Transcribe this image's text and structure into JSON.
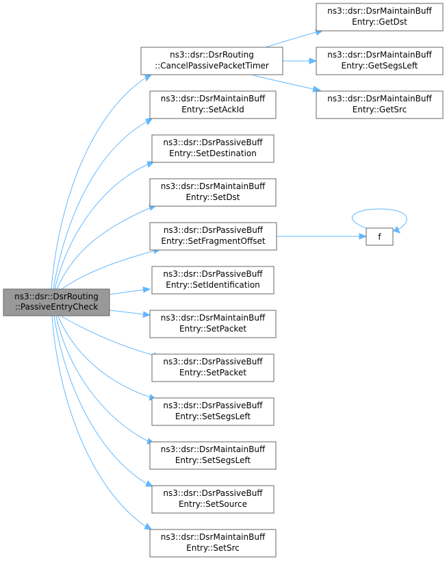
{
  "colors": {
    "edge": "#63b8ff",
    "node_border": "#666666",
    "node_fill": "#ffffff",
    "root_fill": "#999999",
    "text": "#000000"
  },
  "root": {
    "line1": "ns3::dsr::DsrRouting",
    "line2": "::PassiveEntryCheck"
  },
  "callees": [
    {
      "line1": "ns3::dsr::DsrRouting",
      "line2": "::CancelPassivePacketTimer"
    },
    {
      "line1": "ns3::dsr::DsrMaintainBuff",
      "line2": "Entry::SetAckId"
    },
    {
      "line1": "ns3::dsr::DsrPassiveBuff",
      "line2": "Entry::SetDestination"
    },
    {
      "line1": "ns3::dsr::DsrMaintainBuff",
      "line2": "Entry::SetDst"
    },
    {
      "line1": "ns3::dsr::DsrPassiveBuff",
      "line2": "Entry::SetFragmentOffset"
    },
    {
      "line1": "ns3::dsr::DsrPassiveBuff",
      "line2": "Entry::SetIdentification"
    },
    {
      "line1": "ns3::dsr::DsrMaintainBuff",
      "line2": "Entry::SetPacket"
    },
    {
      "line1": "ns3::dsr::DsrPassiveBuff",
      "line2": "Entry::SetPacket"
    },
    {
      "line1": "ns3::dsr::DsrPassiveBuff",
      "line2": "Entry::SetSegsLeft"
    },
    {
      "line1": "ns3::dsr::DsrMaintainBuff",
      "line2": "Entry::SetSegsLeft"
    },
    {
      "line1": "ns3::dsr::DsrPassiveBuff",
      "line2": "Entry::SetSource"
    },
    {
      "line1": "ns3::dsr::DsrMaintainBuff",
      "line2": "Entry::SetSrc"
    }
  ],
  "timer_callees": [
    {
      "line1": "ns3::dsr::DsrMaintainBuff",
      "line2": "Entry::GetDst"
    },
    {
      "line1": "ns3::dsr::DsrMaintainBuff",
      "line2": "Entry::GetSegsLeft"
    },
    {
      "line1": "ns3::dsr::DsrMaintainBuff",
      "line2": "Entry::GetSrc"
    }
  ],
  "f_node": {
    "label": "f"
  }
}
